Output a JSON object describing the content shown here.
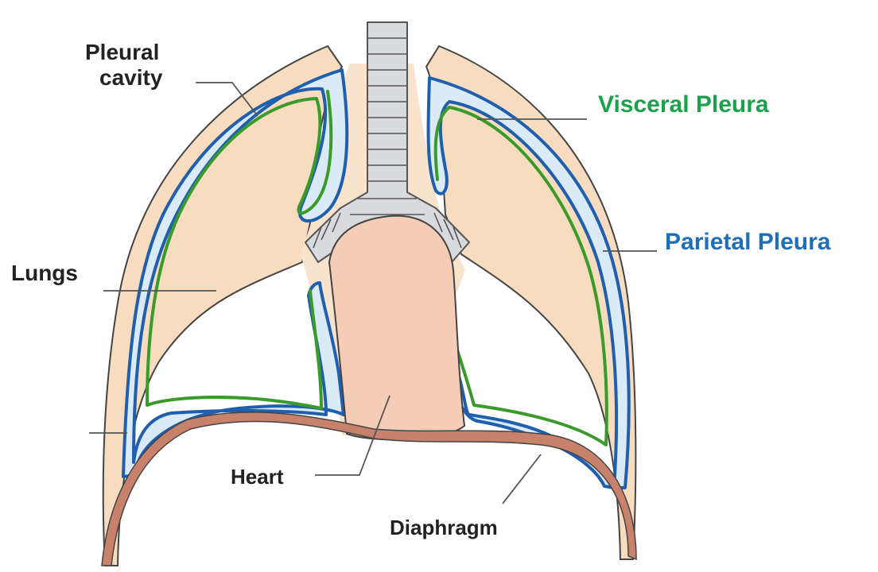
{
  "labels": {
    "pleural_cavity_line1": "Pleural",
    "pleural_cavity_line2": "cavity",
    "visceral_pleura": "Visceral Pleura",
    "parietal_pleura": "Parietal Pleura",
    "lungs": "Lungs",
    "heart": "Heart",
    "diaphragm": "Diaphragm"
  },
  "colors": {
    "chest_wall": "#f7dcc0",
    "chest_wall_outline": "#444444",
    "lung_fill": "#dbeaf7",
    "visceral_pleura": "#3a9a2a",
    "parietal_pleura": "#1f5fae",
    "heart_fill": "#f5cdb7",
    "diaphragm": "#b06a55",
    "trachea_fill": "#d9dadd",
    "label_green": "#1aa24b",
    "label_blue": "#1f6fb8",
    "label_dark": "#222222"
  }
}
